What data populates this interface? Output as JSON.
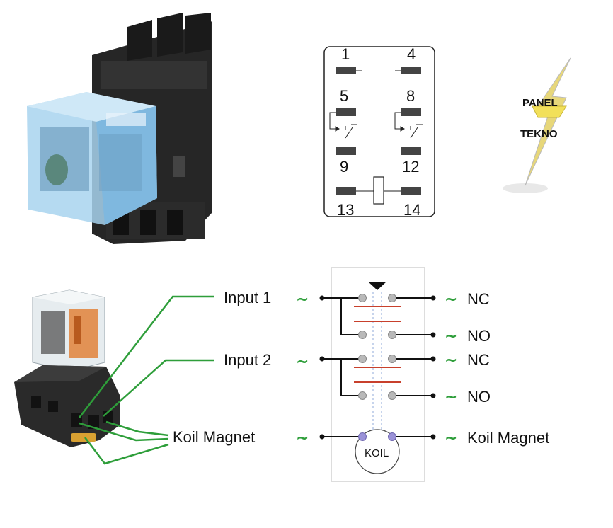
{
  "pinout": {
    "pins": [
      "1",
      "4",
      "5",
      "8",
      "9",
      "12",
      "13",
      "14"
    ]
  },
  "logo": {
    "line1": "PANEL",
    "line2": "TEKNO"
  },
  "wiring": {
    "input1": "Input 1",
    "input2": "Input 2",
    "coil_left": "Koil Magnet",
    "coil_right": "Koil Magnet",
    "nc1": "NC",
    "no1": "NO",
    "nc2": "NC",
    "no2": "NO",
    "tilde": "~",
    "coil": "KOIL"
  },
  "colors": {
    "wire_green": "#2e9e3a",
    "contact_red": "#c8402c",
    "contact_gray": "#b9b9b9",
    "coil_purple": "#9b93d8",
    "relay_black": "#1f1f1f",
    "relay_blue": "#8fc6e8"
  }
}
